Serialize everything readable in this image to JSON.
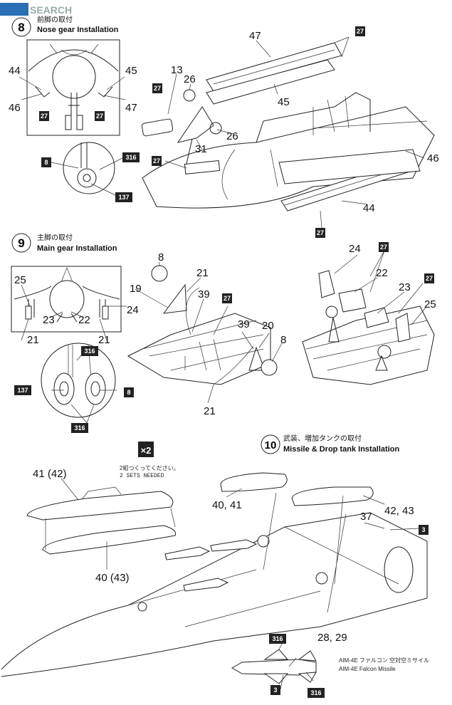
{
  "watermark": "SEARCH",
  "sections": {
    "nose": {
      "step": "8",
      "title_jp": "前脚の取付",
      "title_en": "Nose gear Installation"
    },
    "main": {
      "step": "9",
      "title_jp": "主脚の取付",
      "title_en": "Main gear Installation"
    },
    "missile": {
      "step": "10",
      "title_jp": "武装、増加タンクの取付",
      "title_en": "Missile & Drop tank Installation"
    }
  },
  "x2": {
    "label": "×2",
    "note_jp": "2組つくってください。",
    "note_en": "2 SETS NEEDED"
  },
  "missile_caption": {
    "jp": "AIM-4E ファルコン 空対空ミサイル",
    "en": "AIM-4E Falcon Missile"
  },
  "labels": {
    "n47a": "47",
    "n27a": "27",
    "n13": "13",
    "n27b": "27",
    "n26a": "26",
    "n45a": "45",
    "n26b": "26",
    "n31": "31",
    "n27c": "27",
    "n46a": "46",
    "n44a": "44",
    "n27d": "27",
    "n44b": "44",
    "n45b": "45",
    "n46b": "46",
    "n27e": "27",
    "n27f": "27",
    "n47b": "47",
    "n8a": "8",
    "n316a": "316",
    "n137a": "137",
    "n8b": "8",
    "n21a": "21",
    "n19": "19",
    "n39a": "39",
    "n27g": "27",
    "n39b": "39",
    "n20": "20",
    "n8c": "8",
    "n21b": "21",
    "n24a": "24",
    "n27h": "27",
    "n22a": "22",
    "n23a": "23",
    "n27i": "27",
    "n25a": "25",
    "n25b": "25",
    "n23b": "23",
    "n22b": "22",
    "n24b": "24",
    "n21c": "21",
    "n21d": "21",
    "n316b": "316",
    "n137b": "137",
    "n8d": "8",
    "n316c": "316",
    "n4142": "41 (42)",
    "n4043": "40 (43)",
    "n4041": "40, 41",
    "n4243": "42, 43",
    "n37": "37",
    "n3a": "3",
    "n2829": "28, 29",
    "n316d": "316",
    "n3b": "3",
    "n316e": "316"
  }
}
